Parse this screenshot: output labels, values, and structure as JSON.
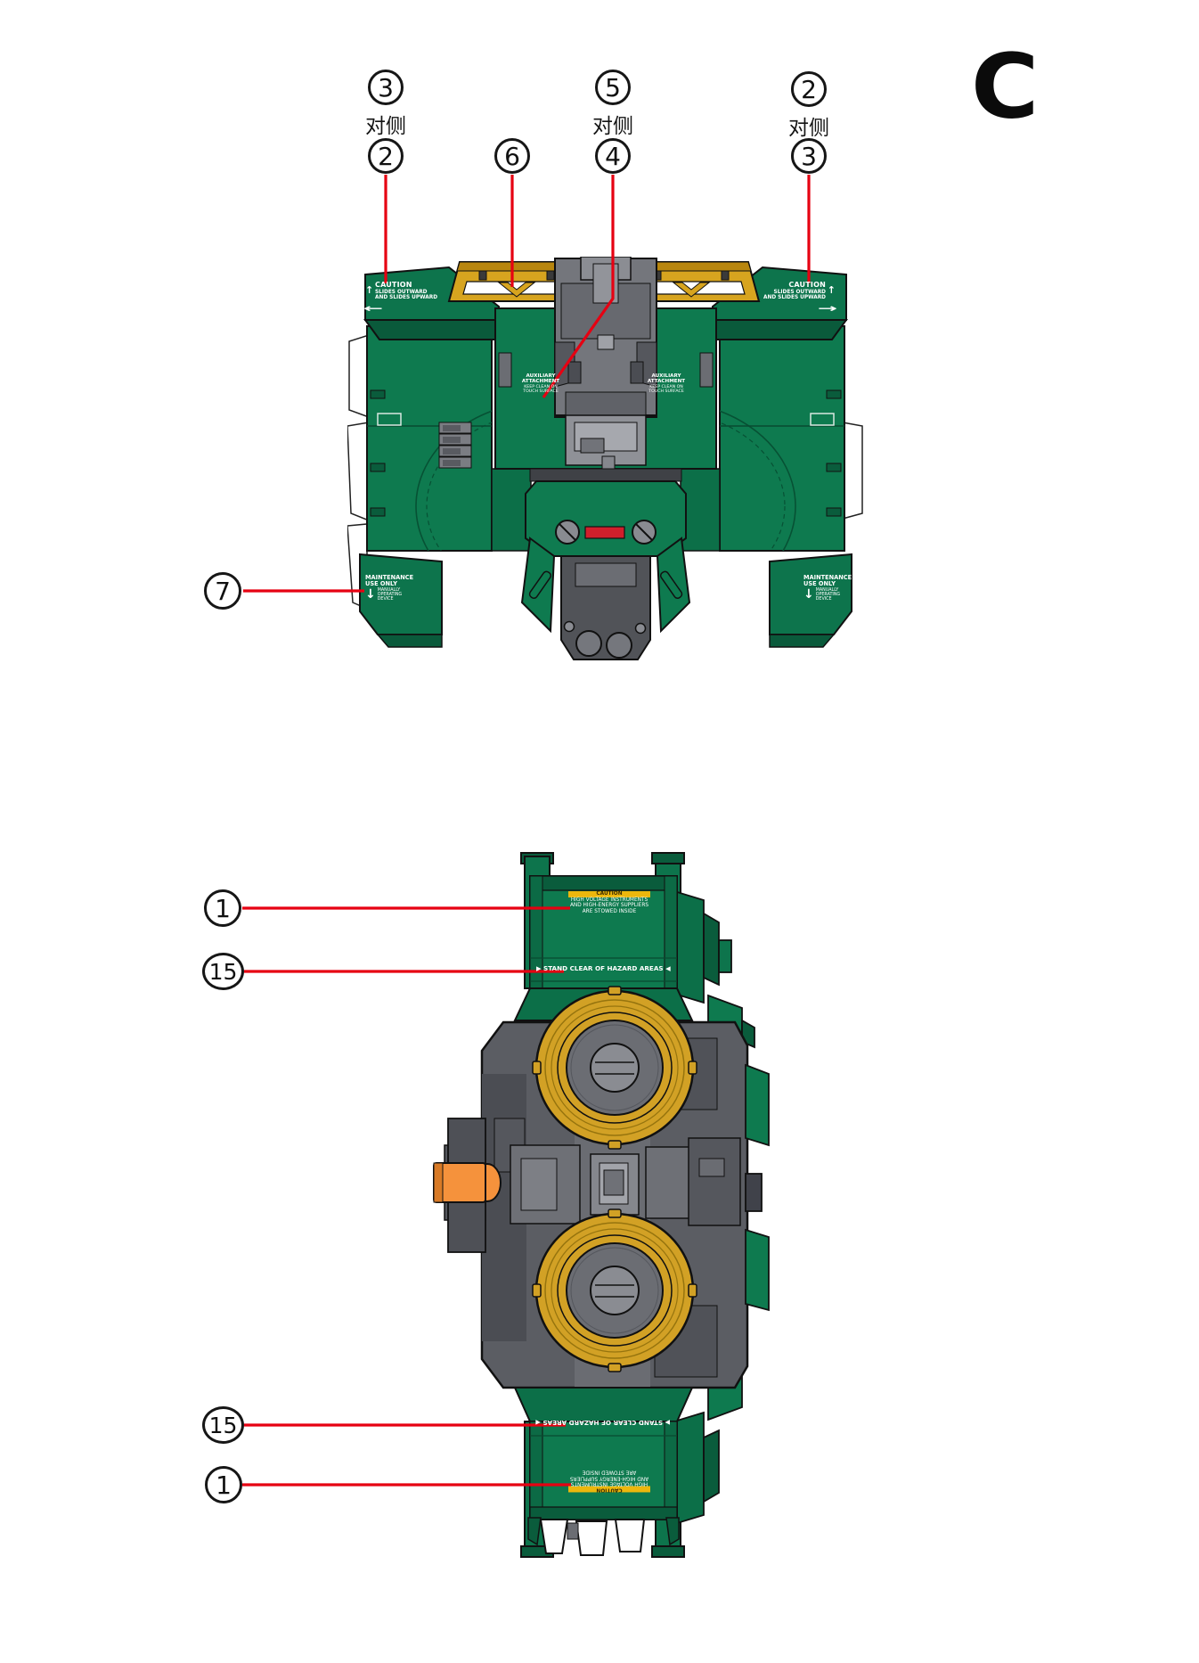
{
  "page": {
    "section_letter": "C",
    "colors": {
      "red": "#e60012",
      "green": "#0e7a4f",
      "gold": "#d2a125",
      "gray": "#5b5d63",
      "orange": "#f5923c"
    },
    "icons": {
      "up_arrow": "↑",
      "down_arrow": "↓",
      "left_arrow": "←",
      "right_arrow": "→"
    }
  },
  "top_view": {
    "callouts": {
      "c3_left": {
        "number": "3",
        "note": "对侧"
      },
      "c2_left": {
        "number": "2"
      },
      "c6": {
        "number": "6"
      },
      "c5": {
        "number": "5",
        "note": "对侧"
      },
      "c4": {
        "number": "4"
      },
      "c2_right": {
        "number": "2",
        "note": "对侧"
      },
      "c3_right": {
        "number": "3"
      },
      "c7": {
        "number": "7"
      }
    },
    "stickers": {
      "caution": {
        "title": "CAUTION",
        "line2": "SLIDES OUTWARD",
        "line3": "AND SLIDES UPWARD"
      },
      "auxiliary": {
        "line1": "AUXILIARY",
        "line2": "ATTACHMENT",
        "line3": "KEEP CLEAN ON",
        "line4": "TOUCH SURFACE"
      },
      "maintenance": {
        "line1": "MAINTENANCE",
        "line2": "USE ONLY",
        "line3": "MANUALLY",
        "line4": "OPERATING",
        "line5": "DEVICE"
      }
    }
  },
  "bottom_view": {
    "callouts": {
      "c1_top": {
        "number": "1"
      },
      "c15_top": {
        "number": "15"
      },
      "c15_bottom": {
        "number": "15"
      },
      "c1_bottom": {
        "number": "1"
      }
    },
    "stickers": {
      "high_voltage": {
        "chip": "CAUTION",
        "line1": "HIGH VOLTAGE INSTRUMENTS",
        "line2": "AND HIGH-ENERGY SUPPLIERS",
        "line3": "ARE STOWED INSIDE"
      },
      "stand_clear": {
        "text": "▶ STAND CLEAR OF HAZARD AREAS ◀"
      }
    }
  }
}
